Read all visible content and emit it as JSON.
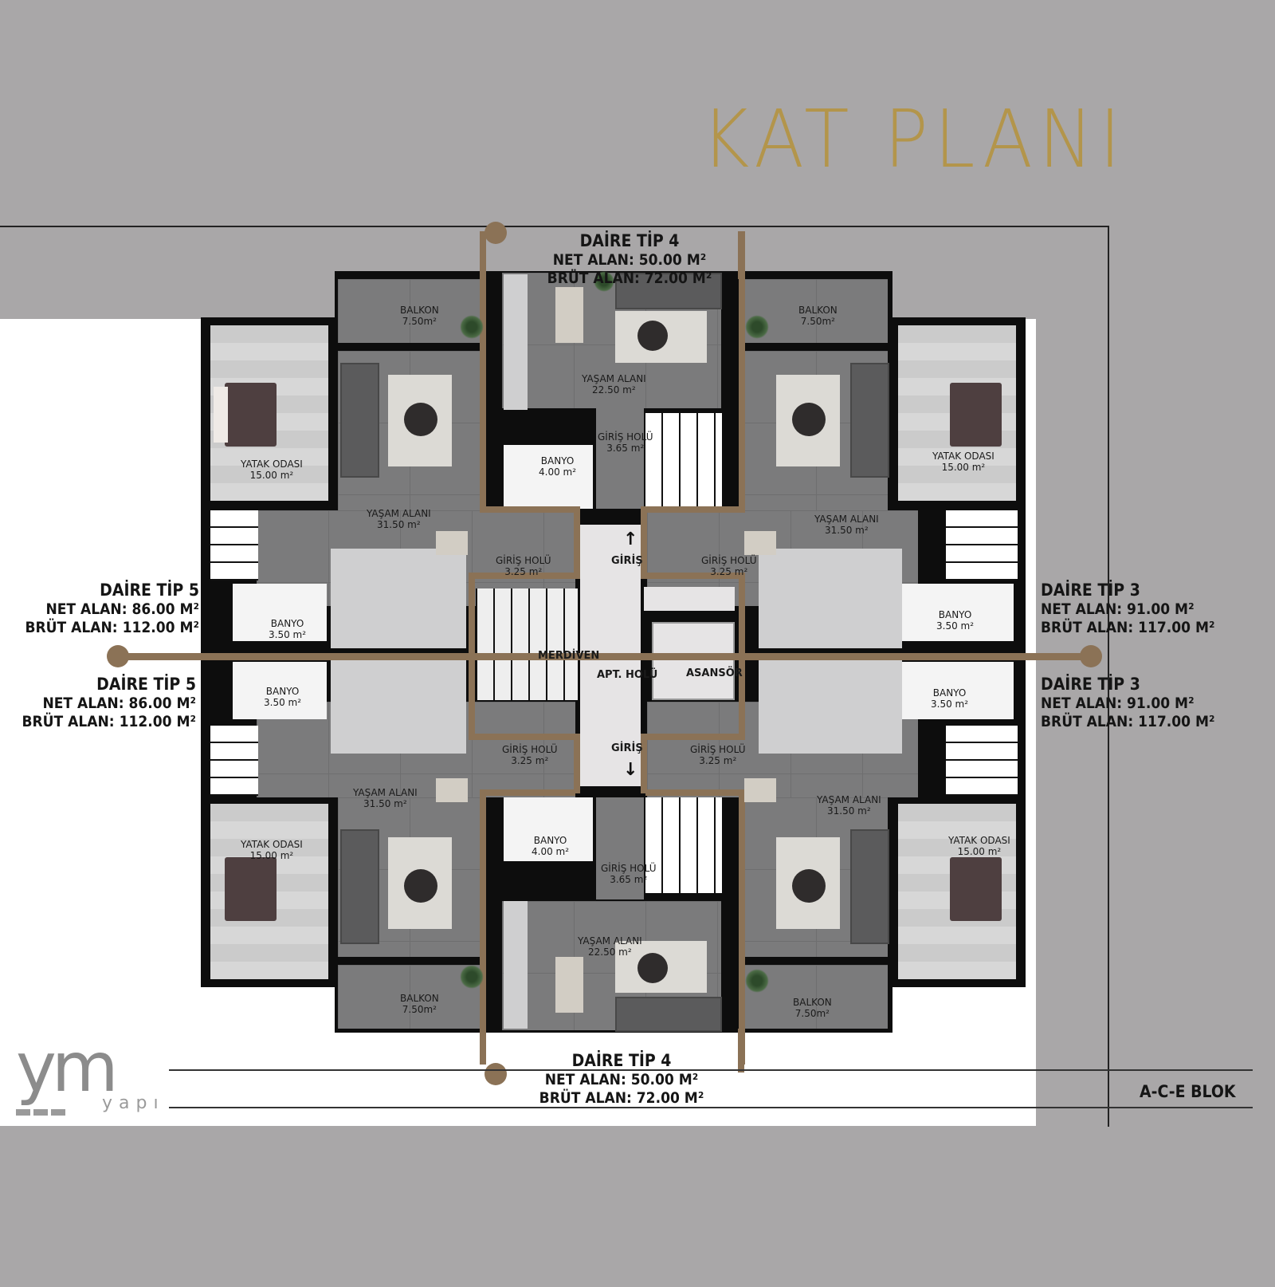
{
  "title": "KAT PLANI",
  "block_label": "A-C-E BLOK",
  "logo": {
    "mark": "ym",
    "subtitle": "yapı"
  },
  "colors": {
    "background": "#a9a7a8",
    "title_gold": "#b3954b",
    "divider_brown": "#8b7256",
    "wall": "#0d0d0d"
  },
  "units": {
    "top": {
      "name": "DAİRE TİP 4",
      "net": "NET ALAN: 50.00 M²",
      "gross": "BRÜT ALAN: 72.00 M²"
    },
    "bottom": {
      "name": "DAİRE TİP 4",
      "net": "NET ALAN: 50.00 M²",
      "gross": "BRÜT ALAN: 72.00 M²"
    },
    "left_upper": {
      "name": "DAİRE TİP 5",
      "net": "NET ALAN: 86.00 M²",
      "gross": "BRÜT ALAN: 112.00 M²"
    },
    "left_lower": {
      "name": "DAİRE TİP 5",
      "net": "NET ALAN: 86.00 M²",
      "gross": "BRÜT ALAN: 112.00 M²"
    },
    "right_upper": {
      "name": "DAİRE TİP 3",
      "net": "NET ALAN: 91.00 M²",
      "gross": "BRÜT ALAN: 117.00 M²"
    },
    "right_lower": {
      "name": "DAİRE TİP 3",
      "net": "NET ALAN: 91.00 M²",
      "gross": "BRÜT ALAN: 117.00 M²"
    }
  },
  "rooms": {
    "balkon_tl": {
      "name": "BALKON",
      "area": "7.50m²"
    },
    "balkon_tr": {
      "name": "BALKON",
      "area": "7.50m²"
    },
    "balkon_bl": {
      "name": "BALKON",
      "area": "7.50m²"
    },
    "balkon_br": {
      "name": "BALKON",
      "area": "7.50m²"
    },
    "yatak_tl": {
      "name": "YATAK ODASI",
      "area": "15.00 m²"
    },
    "yatak_tr": {
      "name": "YATAK ODASI",
      "area": "15.00 m²"
    },
    "yatak_bl": {
      "name": "YATAK ODASI",
      "area": "15.00 m²"
    },
    "yatak_br": {
      "name": "YATAK ODASI",
      "area": "15.00 m²"
    },
    "yasam_tl": {
      "name": "YAŞAM ALANI",
      "area": "31.50 m²"
    },
    "yasam_tr": {
      "name": "YAŞAM ALANI",
      "area": "31.50 m²"
    },
    "yasam_bl": {
      "name": "YAŞAM ALANI",
      "area": "31.50 m²"
    },
    "yasam_br": {
      "name": "YAŞAM ALANI",
      "area": "31.50 m²"
    },
    "yasam_top": {
      "name": "YAŞAM ALANI",
      "area": "22.50 m²"
    },
    "yasam_bottom": {
      "name": "YAŞAM ALANI",
      "area": "22.50 m²"
    },
    "giris_top": {
      "name": "GİRİŞ HOLÜ",
      "area": "3.65 m²"
    },
    "giris_bottom": {
      "name": "GİRİŞ HOLÜ",
      "area": "3.65 m²"
    },
    "banyo_top": {
      "name": "BANYO",
      "area": "4.00 m²"
    },
    "banyo_bottom": {
      "name": "BANYO",
      "area": "4.00 m²"
    },
    "giris_tl": {
      "name": "GİRİŞ HOLÜ",
      "area": "3.25 m²"
    },
    "giris_tr": {
      "name": "GİRİŞ HOLÜ",
      "area": "3.25 m²"
    },
    "giris_bl": {
      "name": "GİRİŞ HOLÜ",
      "area": "3.25 m²"
    },
    "giris_br": {
      "name": "GİRİŞ HOLÜ",
      "area": "3.25 m²"
    },
    "banyo_lu": {
      "name": "BANYO",
      "area": "3.50 m²"
    },
    "banyo_ll": {
      "name": "BANYO",
      "area": "3.50 m²"
    },
    "banyo_ru": {
      "name": "BANYO",
      "area": "3.50 m²"
    },
    "banyo_rl": {
      "name": "BANYO",
      "area": "3.50 m²"
    }
  },
  "core": {
    "stairs": "MERDİVEN",
    "hall": "APT. HOLÜ",
    "elevator": "ASANSÖR",
    "entry_top": "GİRİŞ",
    "entry_bottom": "GİRİŞ"
  }
}
